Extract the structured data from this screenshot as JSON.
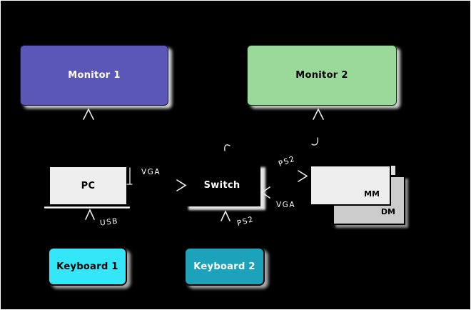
{
  "diagram": {
    "nodes": {
      "monitor1": {
        "label": "Monitor 1",
        "fill": "#5a57b7",
        "text_color": "#ffffff"
      },
      "monitor2": {
        "label": "Monitor 2",
        "fill": "#9bd99b",
        "text_color": "#000000"
      },
      "pc": {
        "label": "PC",
        "fill": "#eeeeee",
        "text_color": "#000000"
      },
      "switch": {
        "label": "Switch",
        "fill": "#000000",
        "text_color": "#ffffff"
      },
      "mm": {
        "label": "MM",
        "fill": "#eeeeee",
        "text_color": "#000000"
      },
      "dm": {
        "label": "DM",
        "fill": "#cccccc",
        "text_color": "#000000"
      },
      "keyboard1": {
        "label": "Keyboard 1",
        "fill": "#35e6f8",
        "text_color": "#000000"
      },
      "keyboard2": {
        "label": "Keyboard 2",
        "fill": "#1ca3bb",
        "text_color": "#ffffff"
      }
    },
    "edge_labels": {
      "vga_top": "VGA",
      "ps2_top": "PS2",
      "vga_bottom": "VGA",
      "ps2_bottom": "PS2",
      "usb": "USB"
    },
    "icons": [
      "arrow-up-to-monitor1-icon",
      "arrow-up-to-monitor2-icon",
      "arrow-right-to-switch-icon",
      "arrow-right-to-mm-icon",
      "arrow-left-to-switch-icon",
      "arrow-up-to-pc-icon",
      "arrow-up-to-switch-icon",
      "curl-near-switch-icon",
      "curl-near-monitor2-icon"
    ],
    "background": "#000000",
    "frame_color": "#ffffff"
  }
}
